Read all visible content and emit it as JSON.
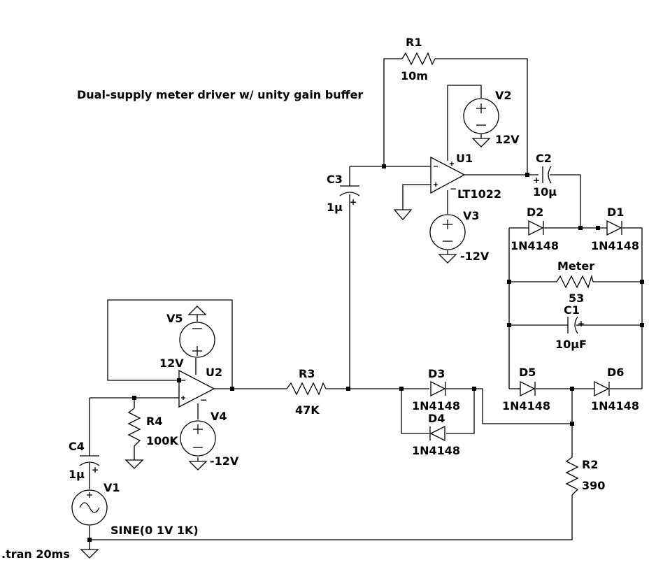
{
  "title": "Dual-supply meter driver w/ unity gain buffer",
  "directive": ".tran 20ms",
  "components": {
    "R1": {
      "ref": "R1",
      "value": "10m"
    },
    "R2": {
      "ref": "R2",
      "value": "390"
    },
    "R3": {
      "ref": "R3",
      "value": "47K"
    },
    "R4": {
      "ref": "R4",
      "value": "100K"
    },
    "Meter": {
      "ref": "Meter",
      "value": "53"
    },
    "C1": {
      "ref": "C1",
      "value": "10µF"
    },
    "C2": {
      "ref": "C2",
      "value": "10µ"
    },
    "C3": {
      "ref": "C3",
      "value": "1µ"
    },
    "C4": {
      "ref": "C4",
      "value": "1µ"
    },
    "V1": {
      "ref": "V1",
      "value": "SINE(0 1V 1K)"
    },
    "V2": {
      "ref": "V2",
      "value": "12V"
    },
    "V3": {
      "ref": "V3",
      "value": "-12V"
    },
    "V4": {
      "ref": "V4",
      "value": "-12V"
    },
    "V5": {
      "ref": "V5",
      "value": "12V"
    },
    "U1": {
      "ref": "U1",
      "value": "LT1022"
    },
    "U2": {
      "ref": "U2"
    },
    "D1": {
      "ref": "D1",
      "value": "1N4148"
    },
    "D2": {
      "ref": "D2",
      "value": "1N4148"
    },
    "D3": {
      "ref": "D3",
      "value": "1N4148"
    },
    "D4": {
      "ref": "D4",
      "value": "1N4148"
    },
    "D5": {
      "ref": "D5",
      "value": "1N4148"
    },
    "D6": {
      "ref": "D6",
      "value": "1N4148"
    }
  },
  "pin_marks": {
    "plus": "+",
    "minus": "−"
  }
}
